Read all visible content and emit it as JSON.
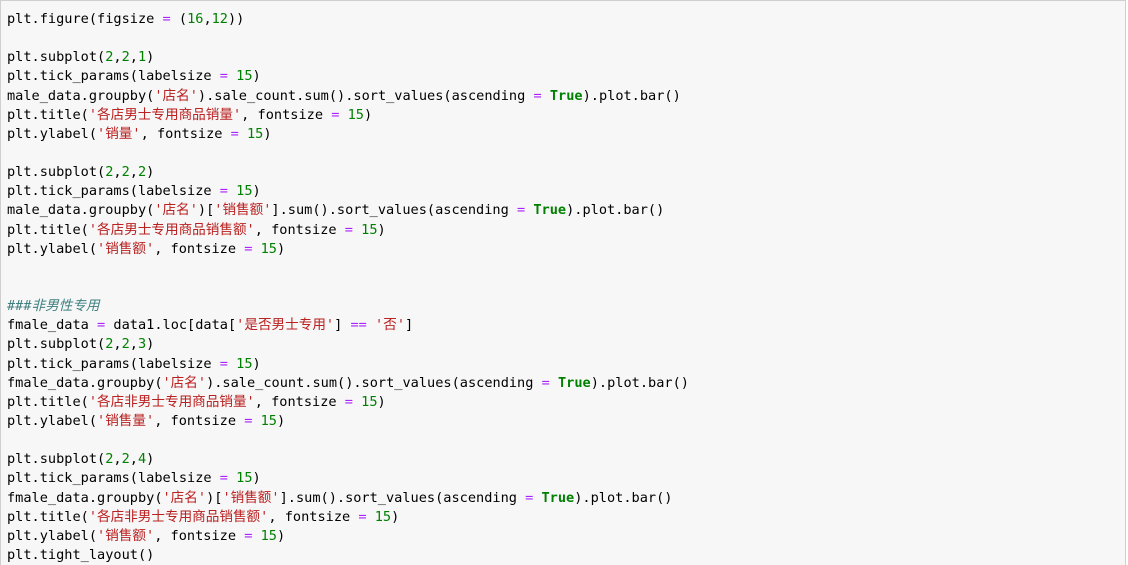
{
  "code_cell": {
    "lines": [
      [
        [
          "t",
          "plt.figure(figsize "
        ],
        [
          "o",
          "="
        ],
        [
          "t",
          " ("
        ],
        [
          "n",
          "16"
        ],
        [
          "t",
          ","
        ],
        [
          "n",
          "12"
        ],
        [
          "t",
          "))"
        ]
      ],
      [],
      [
        [
          "t",
          "plt.subplot("
        ],
        [
          "n",
          "2"
        ],
        [
          "t",
          ","
        ],
        [
          "n",
          "2"
        ],
        [
          "t",
          ","
        ],
        [
          "n",
          "1"
        ],
        [
          "t",
          ")"
        ]
      ],
      [
        [
          "t",
          "plt.tick_params(labelsize "
        ],
        [
          "o",
          "="
        ],
        [
          "t",
          " "
        ],
        [
          "n",
          "15"
        ],
        [
          "t",
          ")"
        ]
      ],
      [
        [
          "t",
          "male_data.groupby("
        ],
        [
          "s",
          "'店名'"
        ],
        [
          "t",
          ").sale_count.sum().sort_values(ascending "
        ],
        [
          "o",
          "="
        ],
        [
          "t",
          " "
        ],
        [
          "k",
          "True"
        ],
        [
          "t",
          ").plot.bar()"
        ]
      ],
      [
        [
          "t",
          "plt.title("
        ],
        [
          "s",
          "'各店男士专用商品销量'"
        ],
        [
          "t",
          ", fontsize "
        ],
        [
          "o",
          "="
        ],
        [
          "t",
          " "
        ],
        [
          "n",
          "15"
        ],
        [
          "t",
          ")"
        ]
      ],
      [
        [
          "t",
          "plt.ylabel("
        ],
        [
          "s",
          "'销量'"
        ],
        [
          "t",
          ", fontsize "
        ],
        [
          "o",
          "="
        ],
        [
          "t",
          " "
        ],
        [
          "n",
          "15"
        ],
        [
          "t",
          ")"
        ]
      ],
      [],
      [
        [
          "t",
          "plt.subplot("
        ],
        [
          "n",
          "2"
        ],
        [
          "t",
          ","
        ],
        [
          "n",
          "2"
        ],
        [
          "t",
          ","
        ],
        [
          "n",
          "2"
        ],
        [
          "t",
          ")"
        ]
      ],
      [
        [
          "t",
          "plt.tick_params(labelsize "
        ],
        [
          "o",
          "="
        ],
        [
          "t",
          " "
        ],
        [
          "n",
          "15"
        ],
        [
          "t",
          ")"
        ]
      ],
      [
        [
          "t",
          "male_data.groupby("
        ],
        [
          "s",
          "'店名'"
        ],
        [
          "t",
          ")["
        ],
        [
          "s",
          "'销售额'"
        ],
        [
          "t",
          "].sum().sort_values(ascending "
        ],
        [
          "o",
          "="
        ],
        [
          "t",
          " "
        ],
        [
          "k",
          "True"
        ],
        [
          "t",
          ").plot.bar()"
        ]
      ],
      [
        [
          "t",
          "plt.title("
        ],
        [
          "s",
          "'各店男士专用商品销售额'"
        ],
        [
          "t",
          ", fontsize "
        ],
        [
          "o",
          "="
        ],
        [
          "t",
          " "
        ],
        [
          "n",
          "15"
        ],
        [
          "t",
          ")"
        ]
      ],
      [
        [
          "t",
          "plt.ylabel("
        ],
        [
          "s",
          "'销售额'"
        ],
        [
          "t",
          ", fontsize "
        ],
        [
          "o",
          "="
        ],
        [
          "t",
          " "
        ],
        [
          "n",
          "15"
        ],
        [
          "t",
          ")"
        ]
      ],
      [],
      [],
      [
        [
          "c",
          "###非男性专用"
        ]
      ],
      [
        [
          "t",
          "fmale_data "
        ],
        [
          "o",
          "="
        ],
        [
          "t",
          " data1.loc[data["
        ],
        [
          "s",
          "'是否男士专用'"
        ],
        [
          "t",
          "] "
        ],
        [
          "o",
          "=="
        ],
        [
          "t",
          " "
        ],
        [
          "s",
          "'否'"
        ],
        [
          "t",
          "]"
        ]
      ],
      [
        [
          "t",
          "plt.subplot("
        ],
        [
          "n",
          "2"
        ],
        [
          "t",
          ","
        ],
        [
          "n",
          "2"
        ],
        [
          "t",
          ","
        ],
        [
          "n",
          "3"
        ],
        [
          "t",
          ")"
        ]
      ],
      [
        [
          "t",
          "plt.tick_params(labelsize "
        ],
        [
          "o",
          "="
        ],
        [
          "t",
          " "
        ],
        [
          "n",
          "15"
        ],
        [
          "t",
          ")"
        ]
      ],
      [
        [
          "t",
          "fmale_data.groupby("
        ],
        [
          "s",
          "'店名'"
        ],
        [
          "t",
          ").sale_count.sum().sort_values(ascending "
        ],
        [
          "o",
          "="
        ],
        [
          "t",
          " "
        ],
        [
          "k",
          "True"
        ],
        [
          "t",
          ").plot.bar()"
        ]
      ],
      [
        [
          "t",
          "plt.title("
        ],
        [
          "s",
          "'各店非男士专用商品销量'"
        ],
        [
          "t",
          ", fontsize "
        ],
        [
          "o",
          "="
        ],
        [
          "t",
          " "
        ],
        [
          "n",
          "15"
        ],
        [
          "t",
          ")"
        ]
      ],
      [
        [
          "t",
          "plt.ylabel("
        ],
        [
          "s",
          "'销售量'"
        ],
        [
          "t",
          ", fontsize "
        ],
        [
          "o",
          "="
        ],
        [
          "t",
          " "
        ],
        [
          "n",
          "15"
        ],
        [
          "t",
          ")"
        ]
      ],
      [],
      [
        [
          "t",
          "plt.subplot("
        ],
        [
          "n",
          "2"
        ],
        [
          "t",
          ","
        ],
        [
          "n",
          "2"
        ],
        [
          "t",
          ","
        ],
        [
          "n",
          "4"
        ],
        [
          "t",
          ")"
        ]
      ],
      [
        [
          "t",
          "plt.tick_params(labelsize "
        ],
        [
          "o",
          "="
        ],
        [
          "t",
          " "
        ],
        [
          "n",
          "15"
        ],
        [
          "t",
          ")"
        ]
      ],
      [
        [
          "t",
          "fmale_data.groupby("
        ],
        [
          "s",
          "'店名'"
        ],
        [
          "t",
          ")["
        ],
        [
          "s",
          "'销售额'"
        ],
        [
          "t",
          "].sum().sort_values(ascending "
        ],
        [
          "o",
          "="
        ],
        [
          "t",
          " "
        ],
        [
          "k",
          "True"
        ],
        [
          "t",
          ").plot.bar()"
        ]
      ],
      [
        [
          "t",
          "plt.title("
        ],
        [
          "s",
          "'各店非男士专用商品销售额'"
        ],
        [
          "t",
          ", fontsize "
        ],
        [
          "o",
          "="
        ],
        [
          "t",
          " "
        ],
        [
          "n",
          "15"
        ],
        [
          "t",
          ")"
        ]
      ],
      [
        [
          "t",
          "plt.ylabel("
        ],
        [
          "s",
          "'销售额'"
        ],
        [
          "t",
          ", fontsize "
        ],
        [
          "o",
          "="
        ],
        [
          "t",
          " "
        ],
        [
          "n",
          "15"
        ],
        [
          "t",
          ")"
        ]
      ],
      [
        [
          "t",
          "plt.tight_layout()"
        ]
      ]
    ]
  },
  "colors": {
    "cell_background": "#f7f7f7",
    "cell_border": "#cfcfcf",
    "string": "#ba2121",
    "number": "#008000",
    "operator": "#aa22ff",
    "keyword": "#008000",
    "comment": "#408080"
  }
}
